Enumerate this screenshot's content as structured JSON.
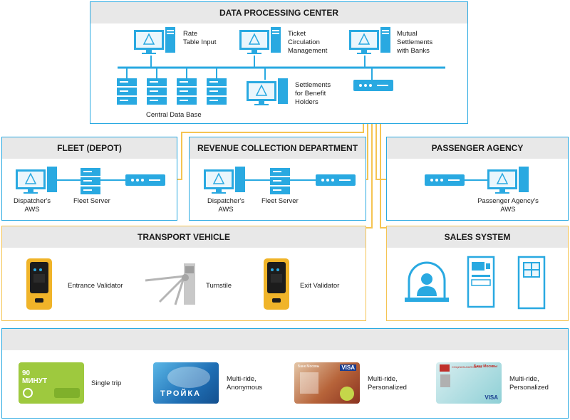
{
  "dpc": {
    "title": "DATA PROCESSING CENTER",
    "rate_table": "Rate\nTable Input",
    "ticket_circ": "Ticket\nCirculation\nManagement",
    "mutual": "Mutual\nSettlements\nwith Banks",
    "central_db": "Central Data Base",
    "benefit": "Settlements\nfor Benefit\nHolders"
  },
  "fleet": {
    "title": "FLEET (DEPOT)",
    "aws": "Dispatcher's\nAWS",
    "server": "Fleet Server"
  },
  "revenue": {
    "title": "REVENUE COLLECTION DEPARTMENT",
    "aws": "Dispatcher's\nAWS",
    "server": "Fleet Server"
  },
  "agency": {
    "title": "PASSENGER AGENCY",
    "aws": "Passenger Agency's\nAWS"
  },
  "vehicle": {
    "title": "TRANSPORT VEHICLE",
    "entrance": "Entrance  Validator",
    "turnstile": "Turnstile",
    "exit": "Exit Validator"
  },
  "sales": {
    "title": "SALES SYSTEM"
  },
  "cards": {
    "c1": "Single trip",
    "c2": "Multi-ride,\nAnonymous",
    "c3": "Multi-ride,\nPersonalized",
    "c4": "Multi-ride,\nPersonalized",
    "card1_num": "90",
    "card1_word": "МИНУТ",
    "card2_word": "ТРОЙКА",
    "card3_brand": "VISA",
    "card3_bank": "Банк Москвы",
    "card4_brand": "VISA",
    "card4_bank": "Банк Москвы",
    "card4_sub": "СОЦИАЛЬНАЯ КАРТА"
  },
  "colors": {
    "blue": "#29a9e1",
    "gold": "#f5c452",
    "header": "#e8e8e8"
  }
}
